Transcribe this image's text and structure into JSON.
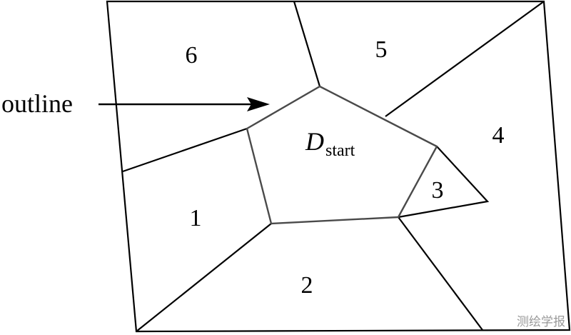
{
  "regions": {
    "r1": "1",
    "r2": "2",
    "r3": "3",
    "r4": "4",
    "r5": "5",
    "r6": "6"
  },
  "start_region": {
    "main": "D",
    "sub": "start"
  },
  "arrow_label": "outline",
  "watermark": "测绘学报",
  "colors": {
    "edge": "#000000",
    "outline": "#4a4a4a",
    "watermark": "#9a9a9a"
  }
}
